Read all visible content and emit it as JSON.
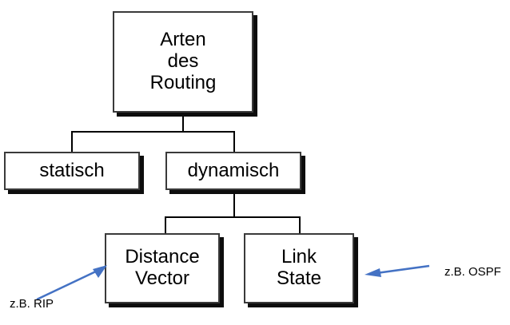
{
  "diagram": {
    "title": "Arten des Routing",
    "type": "tree",
    "nodes": {
      "root": {
        "label": "Arten\ndes\nRouting"
      },
      "static": {
        "label": "statisch"
      },
      "dynamic": {
        "label": "dynamisch"
      },
      "distance_vector": {
        "label": "Distance\nVector"
      },
      "link_state": {
        "label": "Link\nState"
      }
    },
    "annotations": [
      {
        "id": "rip",
        "label": "z.B. RIP",
        "points_to": "distance_vector",
        "direction": "up-right"
      },
      {
        "id": "ospf",
        "label": "z.B. OSPF",
        "points_to": "link_state",
        "direction": "left"
      }
    ],
    "colors": {
      "box_fill": "#ffffff",
      "box_border": "#3a3a3a",
      "box_shadow": "#0d0d0d",
      "connector": "#000000",
      "arrow": "#4472c4",
      "text": "#000000"
    }
  }
}
